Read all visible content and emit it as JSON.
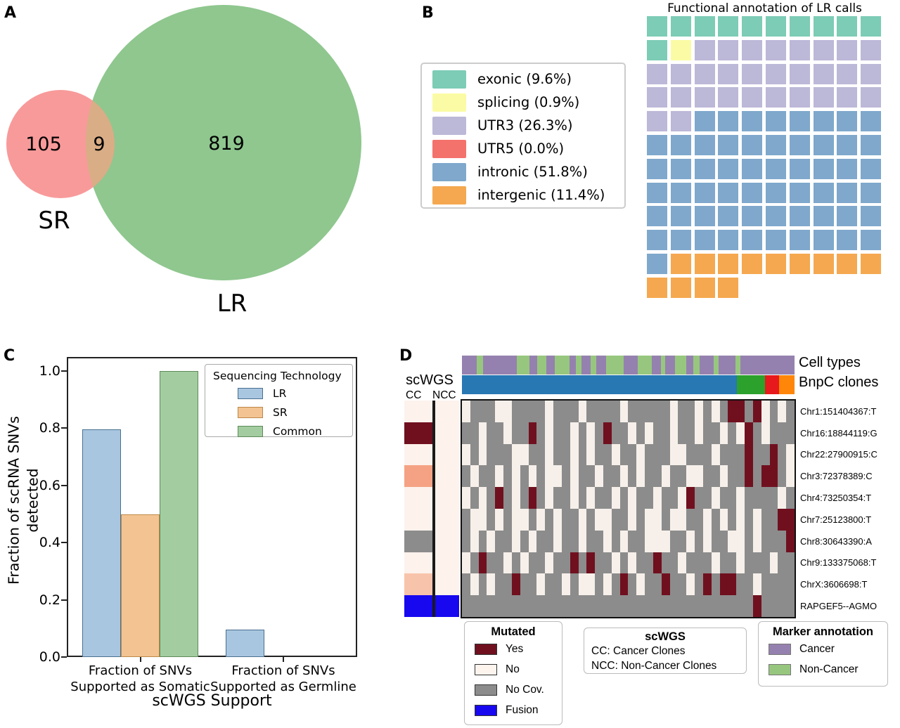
{
  "figure": {
    "panel_labels": [
      "A",
      "B",
      "C",
      "D"
    ]
  },
  "panel_a_venn": {
    "sr_count": "105",
    "overlap_count": "9",
    "lr_count": "819",
    "sr_label": "SR",
    "lr_label": "LR",
    "colors": {
      "sr": "#f89a9a",
      "lr": "#8fc78f",
      "overlap": "#d9ad85"
    }
  },
  "panel_b_waffle": {
    "title": "Functional annotation of LR calls",
    "legend": [
      {
        "key": "E",
        "label": "exonic (9.6%)",
        "color": "#7dccb5"
      },
      {
        "key": "S",
        "label": "splicing (0.9%)",
        "color": "#fbfba5"
      },
      {
        "key": "U",
        "label": "UTR3 (26.3%)",
        "color": "#bcb8d8"
      },
      {
        "key": "R",
        "label": "UTR5 (0.0%)",
        "color": "#f4726c"
      },
      {
        "key": "I",
        "label": "intronic (51.8%)",
        "color": "#7fa8cc"
      },
      {
        "key": "G",
        "label": "intergenic (11.4%)",
        "color": "#f5a84f"
      }
    ],
    "grid": [
      "EEEEEEEEEE",
      "ESUUUUUUUU",
      "UUUUUUUUUU",
      "UUUUUUUUUU",
      "UUIIIIIIII",
      "IIIIIIIIII",
      "IIIIIIIIII",
      "IIIIIIIIII",
      "IIIIIIIIII",
      "IIIIIIIIII",
      "IGGGGGGGGG",
      "GGGG"
    ]
  },
  "panel_c_bar": {
    "ylabel": "Fraction of scRNA SNVs\ndetected",
    "xlabel": "scWGS Support",
    "ytick_labels": [
      "0.0",
      "0.2",
      "0.4",
      "0.6",
      "0.8",
      "1.0"
    ],
    "groups": [
      {
        "label_line1": "Fraction of SNVs",
        "label_line2": "Supported as Somatic"
      },
      {
        "label_line1": "Fraction of SNVs",
        "label_line2": "Supported as Germline"
      }
    ],
    "legend_title": "Sequencing Technology",
    "series_styles": [
      {
        "name": "LR",
        "fill": "#a9c6e0",
        "edge": "#49708f"
      },
      {
        "name": "SR",
        "fill": "#f3c492",
        "edge": "#bd8747"
      },
      {
        "name": "Common",
        "fill": "#a3cda0",
        "edge": "#5d8a59"
      }
    ]
  },
  "panel_d": {
    "cell_types_label": "Cell types",
    "bnpc_label": "BnpC clones",
    "scwgs_label": "scWGS",
    "cc_label": "CC",
    "ncc_label": "NCC",
    "marker_colors": {
      "P": "#9581af",
      "G": "#97c77e"
    },
    "cell_types_segments": [
      [
        "P",
        4.4
      ],
      [
        "G",
        2.0
      ],
      [
        "P",
        10.1
      ],
      [
        "G",
        3.8
      ],
      [
        "P",
        2.3
      ],
      [
        "G",
        2.8
      ],
      [
        "P",
        2.5
      ],
      [
        "G",
        4.4
      ],
      [
        "P",
        2.0
      ],
      [
        "G",
        1.6
      ],
      [
        "P",
        2.8
      ],
      [
        "G",
        1.6
      ],
      [
        "P",
        3.0
      ],
      [
        "G",
        5.4
      ],
      [
        "P",
        4.2
      ],
      [
        "G",
        4.2
      ],
      [
        "P",
        2.7
      ],
      [
        "G",
        1.4
      ],
      [
        "P",
        2.8
      ],
      [
        "G",
        3.4
      ],
      [
        "P",
        2.1
      ],
      [
        "G",
        2.1
      ],
      [
        "P",
        4.2
      ],
      [
        "G",
        1.5
      ],
      [
        "P",
        5.0
      ],
      [
        "G",
        1.5
      ],
      [
        "P",
        16.2
      ]
    ],
    "bnpc_segments": [
      [
        "#2878b4",
        82.7
      ],
      [
        "#2ca12c",
        8.5
      ],
      [
        "#e8191c",
        4.2
      ],
      [
        "#ff8608",
        4.6
      ]
    ],
    "cc_colors": [
      "#fdf2ec",
      "#70101f",
      "#fdf2ec",
      "#f5a284",
      "#fdf2ec",
      "#fdf2ec",
      "#8c8c8c",
      "#fdf2ec",
      "#f8c3ab",
      "#1708f0"
    ],
    "ncc_colors": [
      "#fdf2ec",
      "#fdf2ec",
      "#fdf2ec",
      "#fdf2ec",
      "#fdf2ec",
      "#fdf2ec",
      "#fdf2ec",
      "#fdf2ec",
      "#fdf2ec",
      "#1708f0"
    ],
    "cell_colors": {
      "G": "#8c8c8c",
      "N": "#f7f0ea",
      "Y": "#70101f"
    },
    "legend_mutated": {
      "title": "Mutated",
      "items": [
        {
          "label": "Yes",
          "color": "#70101f"
        },
        {
          "label": "No",
          "color": "#fdf4ee"
        },
        {
          "label": "No Cov.",
          "color": "#8c8c8c"
        },
        {
          "label": "Fusion",
          "color": "#1708f0"
        }
      ]
    },
    "legend_scwgs": {
      "title": "scWGS",
      "line1": "CC: Cancer Clones",
      "line2": "NCC: Non-Cancer Clones"
    },
    "legend_marker": {
      "title": "Marker annotation",
      "items": [
        {
          "label": "Cancer",
          "color": "#9581af"
        },
        {
          "label": "Non-Cancer",
          "color": "#97c77e"
        }
      ]
    }
  },
  "chart_data": [
    {
      "type": "venn",
      "sets": [
        "SR",
        "LR"
      ],
      "values": {
        "SR_only": 105,
        "intersection": 9,
        "LR_only": 819
      }
    },
    {
      "type": "waffle",
      "title": "Functional annotation of LR calls",
      "categories": [
        "exonic",
        "splicing",
        "UTR3",
        "UTR5",
        "intronic",
        "intergenic"
      ],
      "percents": [
        9.6,
        0.9,
        26.3,
        0.0,
        51.8,
        11.4
      ],
      "cell_counts": [
        11,
        1,
        30,
        0,
        59,
        13
      ],
      "layout": "10 columns x 12 rows, 114 cells"
    },
    {
      "type": "bar",
      "categories": [
        "Fraction of SNVs Supported as Somatic",
        "Fraction of SNVs Supported as Germline"
      ],
      "series": [
        {
          "name": "LR",
          "values": [
            0.795,
            0.095
          ]
        },
        {
          "name": "SR",
          "values": [
            0.5,
            0.0
          ]
        },
        {
          "name": "Common",
          "values": [
            1.0,
            0.0
          ]
        }
      ],
      "xlabel": "scWGS Support",
      "ylabel": "Fraction of scRNA SNVs detected",
      "ylim": [
        0,
        1.05
      ],
      "yticks": [
        0.0,
        0.2,
        0.4,
        0.6,
        0.8,
        1.0
      ],
      "legend_title": "Sequencing Technology",
      "legend_position": "upper right",
      "grid": false
    },
    {
      "type": "heatmap",
      "rows": [
        "Chr1:151404367:T",
        "Chr16:18844119:G",
        "Chr22:27900915:C",
        "Chr3:72378389:C",
        "Chr4:73250354:T",
        "Chr7:25123800:T",
        "Chr8:30643390:A",
        "Chr9:133375068:T",
        "ChrX:3606698:T",
        "RAPGEF5--AGMO"
      ],
      "columns": 40,
      "encoding": {
        "G": "No Cov.",
        "N": "No",
        "Y": "Yes"
      },
      "cells": [
        "NGGGNNGGGGNGGGNGGGGNGGGGGNGGNGNGYYGYNGNG",
        "GGNGGNGGYGNGGNGNGYGGNGNGGNGGNGGNGNYGNGGG",
        "NGNGGGNNGGNGGNGNGGNGGNGGGNNGGGNGGGYGGYGN",
        "GNGGNGNGNGNNGNGGNGGNGNGGNGGNNGGNGGYGYYGN",
        "NGNGYGNGYGNGGNGNGGNGNGGNGGNYGGNGGNGGGGNG",
        "GNNGNGNNGNGNGGNGNNGGNGNNGNNGGNGNGNGNGGYY",
        "GNGNGGNGNGGNGGNGGNGNGGNNNGGNGNGGNNGNGGGY",
        "NGYGGNGNGGNGGYGYGGNGNGGYGGNGGGNGGNGGGNGG",
        "GNGNGGYGGNGGNGNNGNGYGNGGYGGNGYGYYGGNGGGG",
        "GGGGGGGGGGGGGGGGGGGGGGGGGGGGGGGGGGGYGGGG"
      ],
      "top_annotations": [
        "Cell types (Cancer/Non-Cancer)",
        "BnpC clones (4 clones)"
      ],
      "left_annotations": [
        "scWGS CC",
        "scWGS NCC"
      ]
    }
  ]
}
